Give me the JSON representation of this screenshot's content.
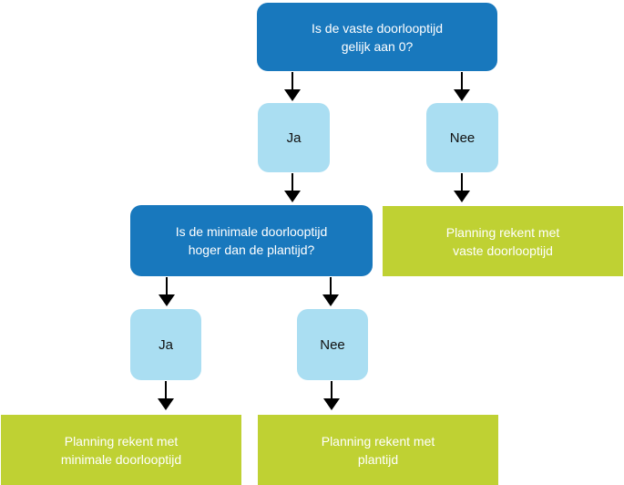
{
  "colors": {
    "decision_fill": "#1878bd",
    "decision_text": "#ffffff",
    "answer_fill": "#aadef2",
    "answer_text": "#111111",
    "result_fill": "#bfd133",
    "result_text": "#ffffff",
    "arrow": "#000000",
    "background": "#ffffff"
  },
  "nodes": {
    "decision1": {
      "line1": "Is de vaste doorlooptijd",
      "line2": "gelijk aan 0?"
    },
    "answer_ja1": {
      "label": "Ja"
    },
    "answer_nee1": {
      "label": "Nee"
    },
    "decision2": {
      "line1": "Is de minimale doorlooptijd",
      "line2": "hoger dan de plantijd?"
    },
    "result_vaste": {
      "line1": "Planning rekent met",
      "line2": "vaste doorlooptijd"
    },
    "answer_ja2": {
      "label": "Ja"
    },
    "answer_nee2": {
      "label": "Nee"
    },
    "result_minimale": {
      "line1": "Planning rekent met",
      "line2": "minimale doorlooptijd"
    },
    "result_plantijd": {
      "line1": "Planning rekent met",
      "line2": "plantijd"
    }
  }
}
